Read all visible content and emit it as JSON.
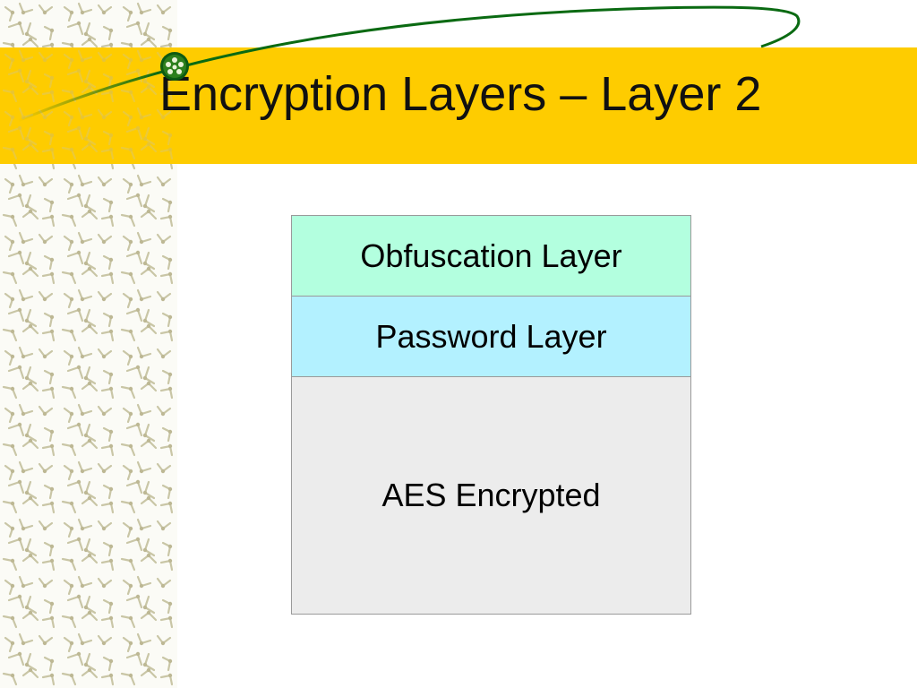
{
  "slide": {
    "title": "Encryption Layers – Layer 2"
  },
  "diagram": {
    "layers": [
      {
        "label": "Obfuscation Layer",
        "color": "#b3ffdf"
      },
      {
        "label": "Password Layer",
        "color": "#b3f1ff"
      },
      {
        "label": "AES Encrypted",
        "color": "#ececec"
      }
    ]
  },
  "theme": {
    "title_bar_color": "#fecc00",
    "swoosh_color": "#0a6a12",
    "pattern_color": "#c8c6a8"
  },
  "decoration": {
    "left_strip": "molecular-pattern",
    "orb_icon": "green-orb-icon"
  }
}
